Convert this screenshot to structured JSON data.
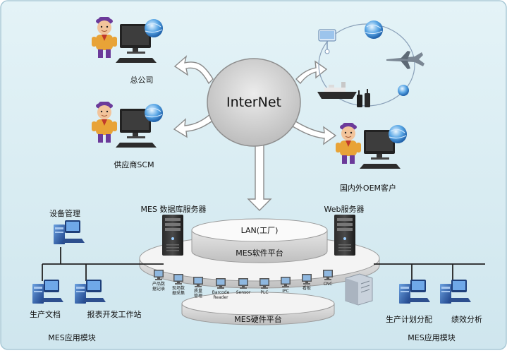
{
  "center": {
    "label": "InterNet"
  },
  "labels": {
    "hq": "总公司",
    "supplier": "供应商SCM",
    "oem_customer": "国内外OEM客户",
    "db_server": "MES 数据库服务器",
    "web_server": "Web服务器",
    "lan": "LAN(工厂)",
    "software_platform": "MES软件平台",
    "hardware_platform": "MES硬件平台",
    "equipment_mgmt": "设备管理",
    "production_docs": "生产文档",
    "report_workstation": "报表开发工作站",
    "mes_module_left": "MES应用模块",
    "plan_allocation": "生产计划分配",
    "performance": "绩效分析",
    "mes_module_right": "MES应用模块"
  },
  "devices": [
    {
      "label": "产品数据记录",
      "lines": [
        "产品数",
        "据记录"
      ]
    },
    {
      "label": "现场数据采集",
      "lines": [
        "现场数",
        "据采集"
      ]
    },
    {
      "label": "质量管理",
      "lines": [
        "质量",
        "管理"
      ]
    },
    {
      "label": "Barcode Reader",
      "lines": [
        "Barcode",
        "Reader"
      ]
    },
    {
      "label": "Sensor",
      "lines": [
        "Sensor"
      ]
    },
    {
      "label": "PLC",
      "lines": [
        "PLC"
      ]
    },
    {
      "label": "IPC",
      "lines": [
        "IPC"
      ]
    },
    {
      "label": "看板",
      "lines": [
        "看板"
      ]
    },
    {
      "label": "CNC",
      "lines": [
        "CNC"
      ]
    }
  ],
  "colors": {
    "background": "#dceef3",
    "internet_cloud": "#d8d8d8",
    "arrow": "#ffffff",
    "arrow_stroke": "#8a8a8a",
    "disk": "#f2f2f2",
    "monitor_blue": "#2a5fa0"
  },
  "icons": [
    "person-at-computer-icon",
    "globe-icon",
    "airplane-icon",
    "ship-icon",
    "radio-icon",
    "server-tower-icon",
    "client-computer-icon",
    "workstation-icon"
  ]
}
